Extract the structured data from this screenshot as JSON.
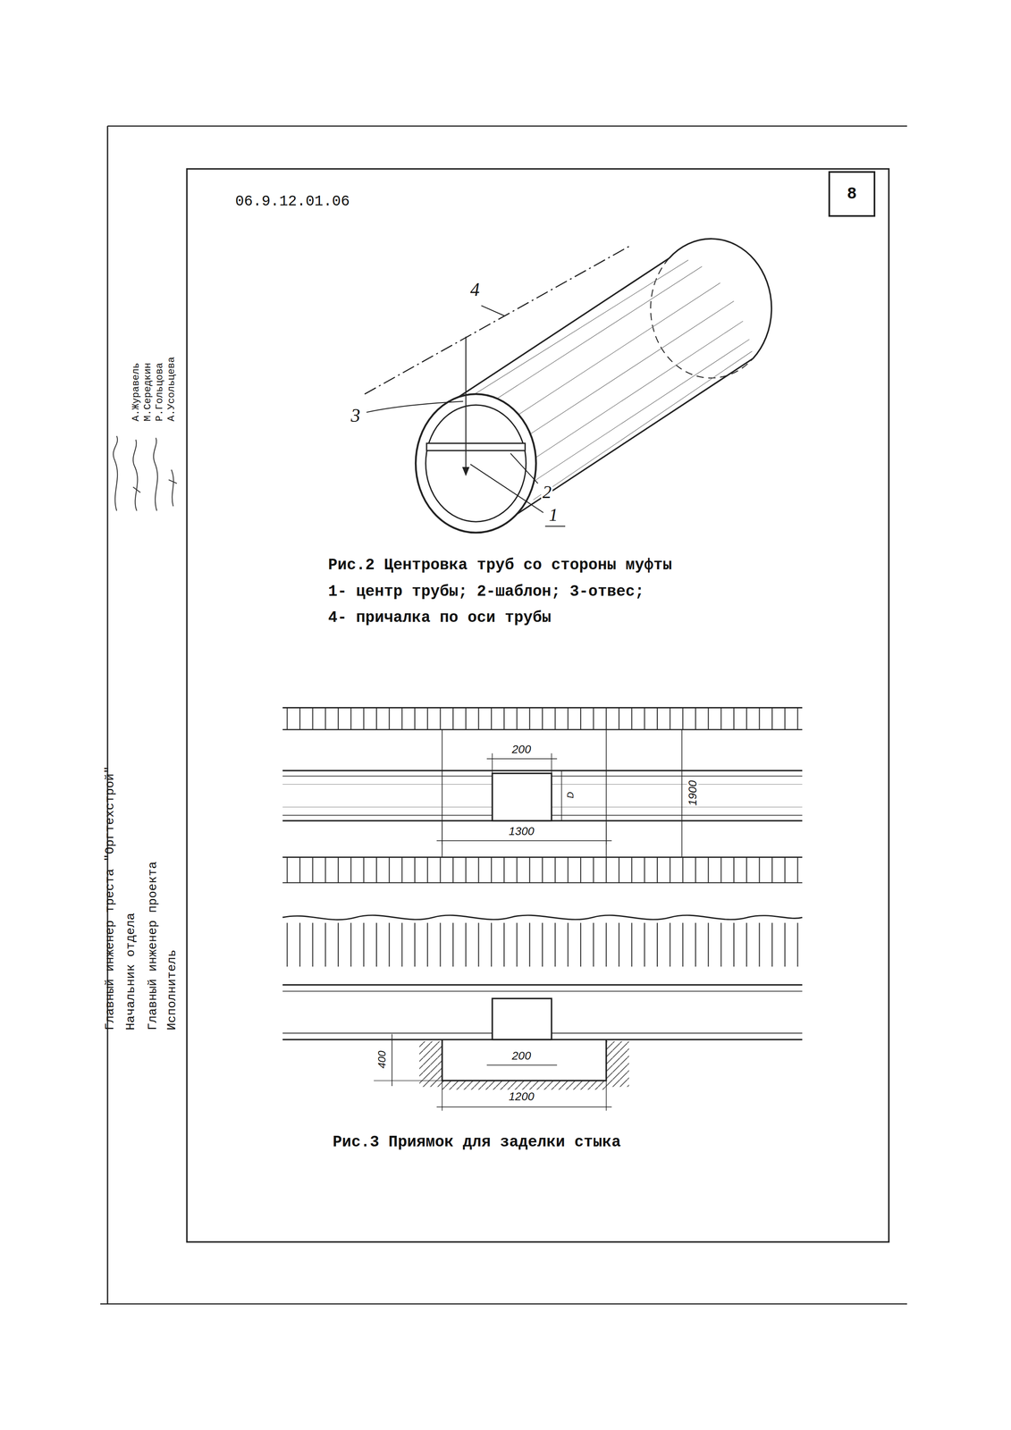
{
  "diagram": {
    "nodes": [
      {
        "text": [
          "8"
        ]
      }
    ],
    "labels": [
      "06.9.12.01.06",
      "Главный инженер треста \"Оргтехстрой\"",
      "Начальник отдела",
      "Главный инженер проекта",
      "Исполнитель",
      "А.Журавель",
      "М.Середкин",
      "Р.Гольцова",
      "А.Усольцева",
      "4",
      "3",
      "2",
      "1",
      "Рис.2 Центровка труб со стороны муфты",
      "1- центр трубы; 2-шаблон; 3-отвес;",
      "4- причалка по оси трубы",
      "200",
      "D",
      "1900",
      "1300",
      "400",
      "200",
      "1200",
      "Рис.3 Приямок для заделки стыка"
    ]
  }
}
